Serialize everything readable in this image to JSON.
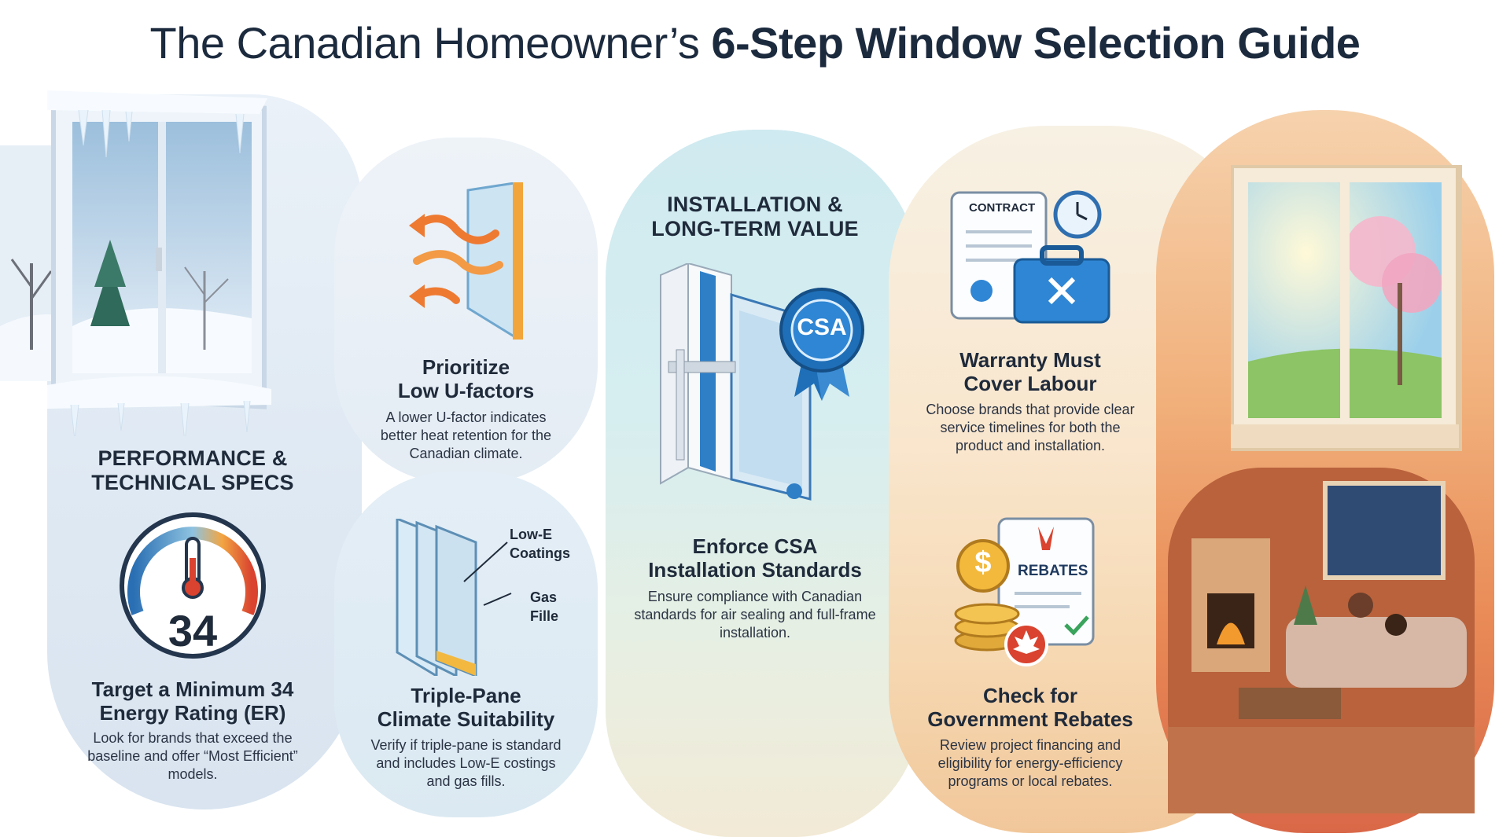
{
  "title": {
    "light": "The Canadian Homeowner’s ",
    "bold": "6-Step Window Selection Guide"
  },
  "sections": {
    "performance": "PERFORMANCE & TECHNICAL SPECS",
    "installation": "INSTALLATION & LONG-TERM VALUE"
  },
  "gauge": {
    "value": "34"
  },
  "steps": [
    {
      "title_line1": "Target a Minimum 34",
      "title_line2": "Energy Rating (ER)",
      "desc": "Look for brands that exceed the baseline and offer “Most Efficient” models."
    },
    {
      "title_line1": "Prioritize",
      "title_line2": "Low U-factors",
      "desc": "A lower U-factor indicates better heat retention for the Canadian climate."
    },
    {
      "title_line1": "Triple-Pane",
      "title_line2": "Climate Suitability",
      "desc": "Verify if triple-pane is standard and includes Low-E costings and gas fills."
    },
    {
      "title_line1": "Enforce CSA",
      "title_line2": "Installation Standards",
      "desc": "Ensure compliance with Canadian standards for air sealing and full-frame installation."
    },
    {
      "title_line1": "Warranty Must",
      "title_line2": "Cover Labour",
      "desc": "Choose brands that provide clear service timelines for both the product and installation."
    },
    {
      "title_line1": "Check for",
      "title_line2": "Government Rebates",
      "desc": "Review project financing and eligibility for energy-efficiency programs or local rebates."
    }
  ],
  "labels": {
    "low_e": "Low-E Coatings",
    "gas": "Gas Fille",
    "csa": "CSA",
    "contract": "CONTRACT",
    "rebates": "REBATES",
    "dollar": "$"
  },
  "colors": {
    "heading": "#1f2a3a",
    "ice_blue": "#dfe9f3",
    "teal": "#cfeaf0",
    "orange": "#e98b57",
    "csa_blue": "#1f6fb8"
  }
}
